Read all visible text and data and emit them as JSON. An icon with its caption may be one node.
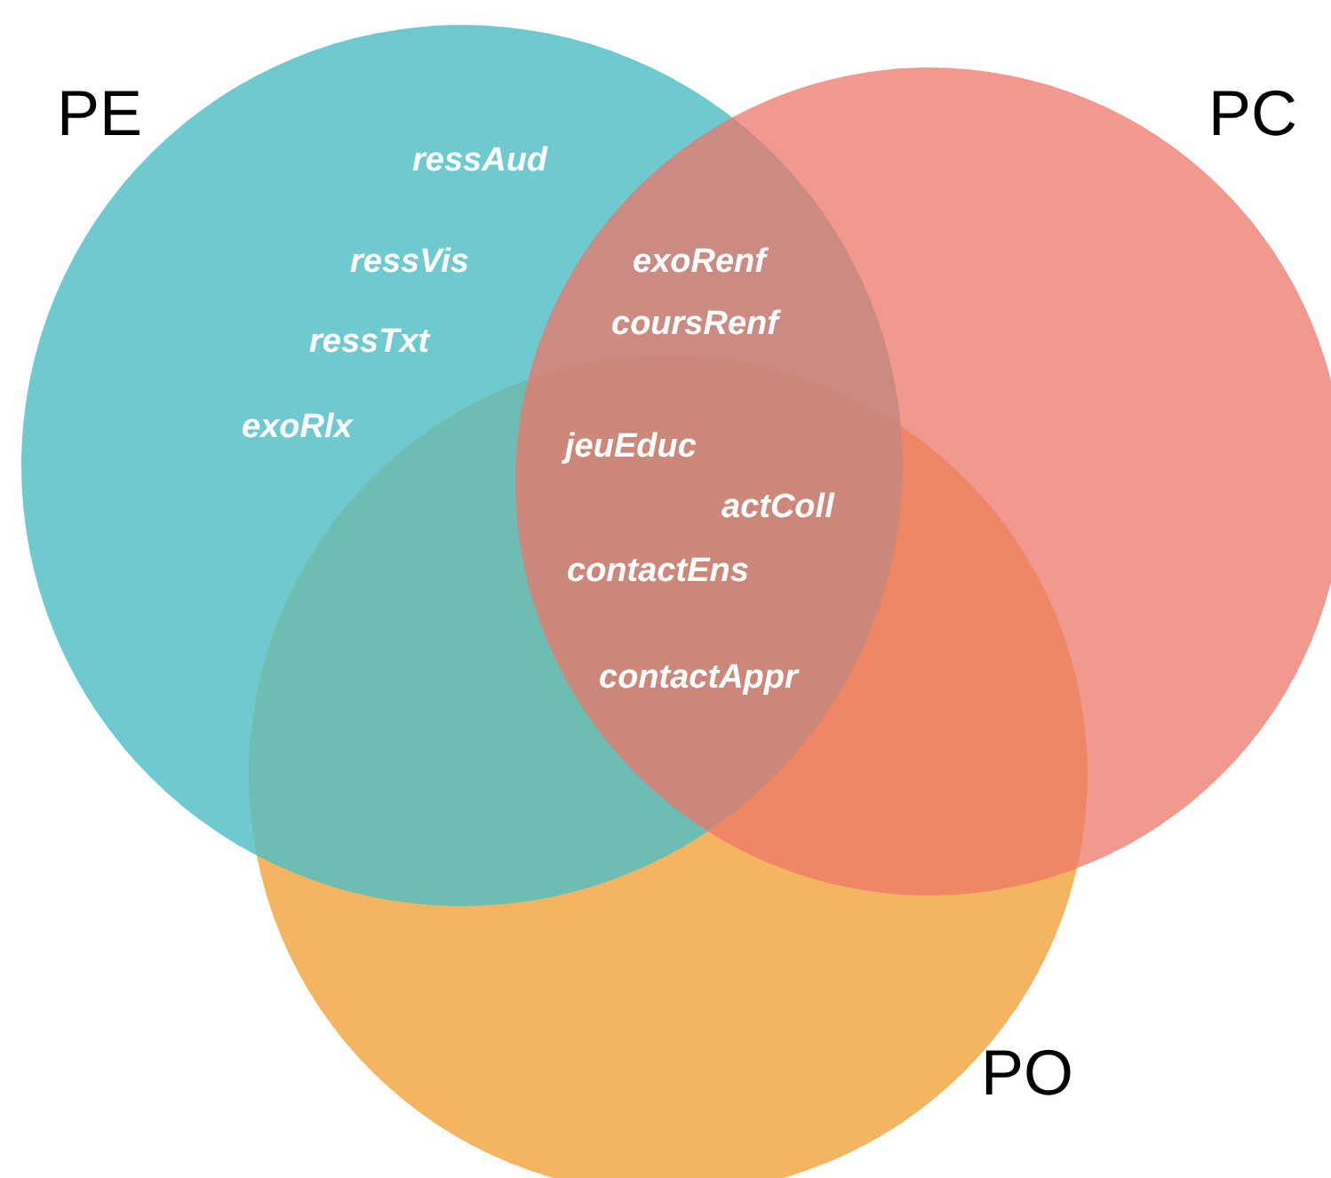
{
  "diagram": {
    "nodes": [
      {
        "text": [
          "PE"
        ]
      },
      {
        "text": [
          "PC"
        ]
      },
      {
        "text": [
          "PO"
        ]
      }
    ],
    "labels": [
      "ressAud",
      "ressVis",
      "exoRenf",
      "coursRenf",
      "ressTxt",
      "exoRlx",
      "jeuEduc",
      "actColl",
      "contactEns",
      "contactAppr"
    ]
  }
}
